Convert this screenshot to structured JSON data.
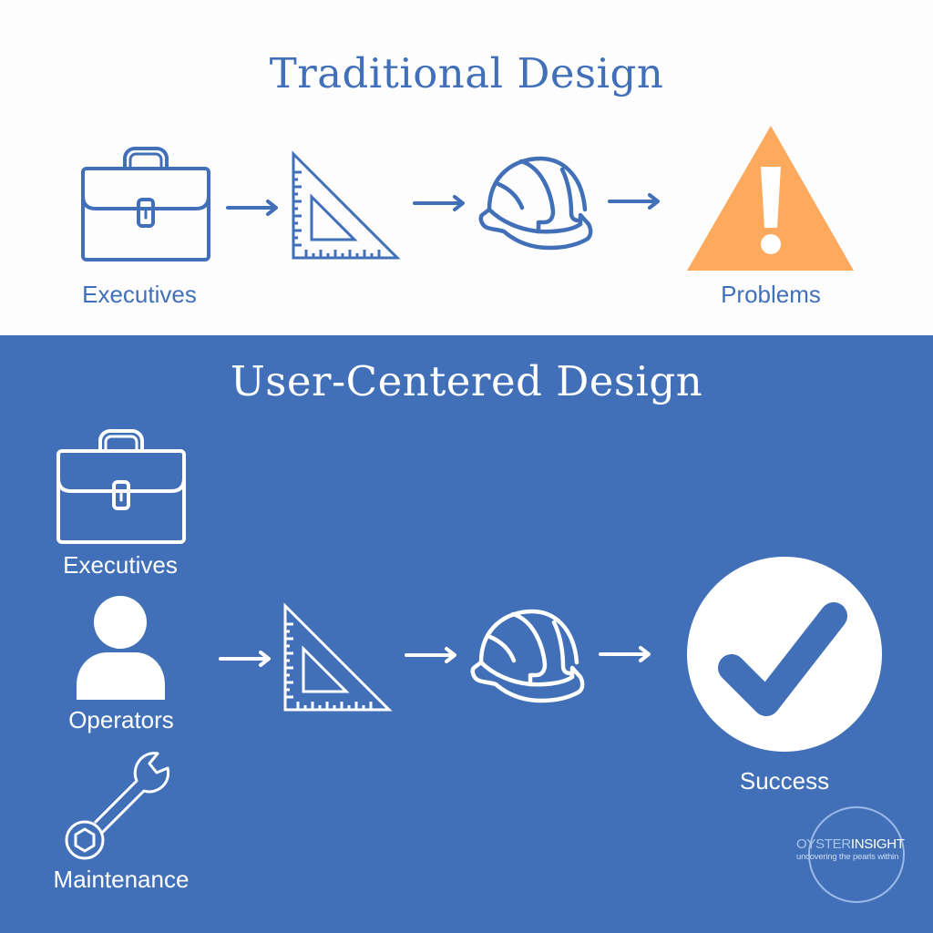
{
  "traditional": {
    "title": "Traditional Design",
    "flow": [
      {
        "icon": "briefcase-icon",
        "label": "Executives"
      },
      {
        "icon": "arrow-right-icon"
      },
      {
        "icon": "set-square-icon"
      },
      {
        "icon": "arrow-right-icon"
      },
      {
        "icon": "hard-hat-icon"
      },
      {
        "icon": "arrow-right-icon"
      },
      {
        "icon": "warning-triangle-icon",
        "label": "Problems"
      }
    ],
    "labels": {
      "start": "Executives",
      "end": "Problems"
    }
  },
  "user_centered": {
    "title": "User-Centered Design",
    "stakeholders": [
      {
        "icon": "briefcase-icon",
        "label": "Executives"
      },
      {
        "icon": "person-icon",
        "label": "Operators"
      },
      {
        "icon": "wrench-icon",
        "label": "Maintenance"
      }
    ],
    "flow": [
      {
        "icon": "arrow-right-icon"
      },
      {
        "icon": "set-square-icon"
      },
      {
        "icon": "arrow-right-icon"
      },
      {
        "icon": "hard-hat-icon"
      },
      {
        "icon": "arrow-right-icon"
      },
      {
        "icon": "check-circle-icon",
        "label": "Success"
      }
    ],
    "labels": {
      "executives": "Executives",
      "operators": "Operators",
      "maintenance": "Maintenance",
      "end": "Success"
    }
  },
  "logo": {
    "brand_part1": "OYSTER",
    "brand_part2": "INSIGHT",
    "tagline": "uncovering the pearls within"
  },
  "colors": {
    "primary_blue": "#4170b8",
    "warning_orange": "#fdaa5e",
    "background_white": "#fdfdfe"
  }
}
